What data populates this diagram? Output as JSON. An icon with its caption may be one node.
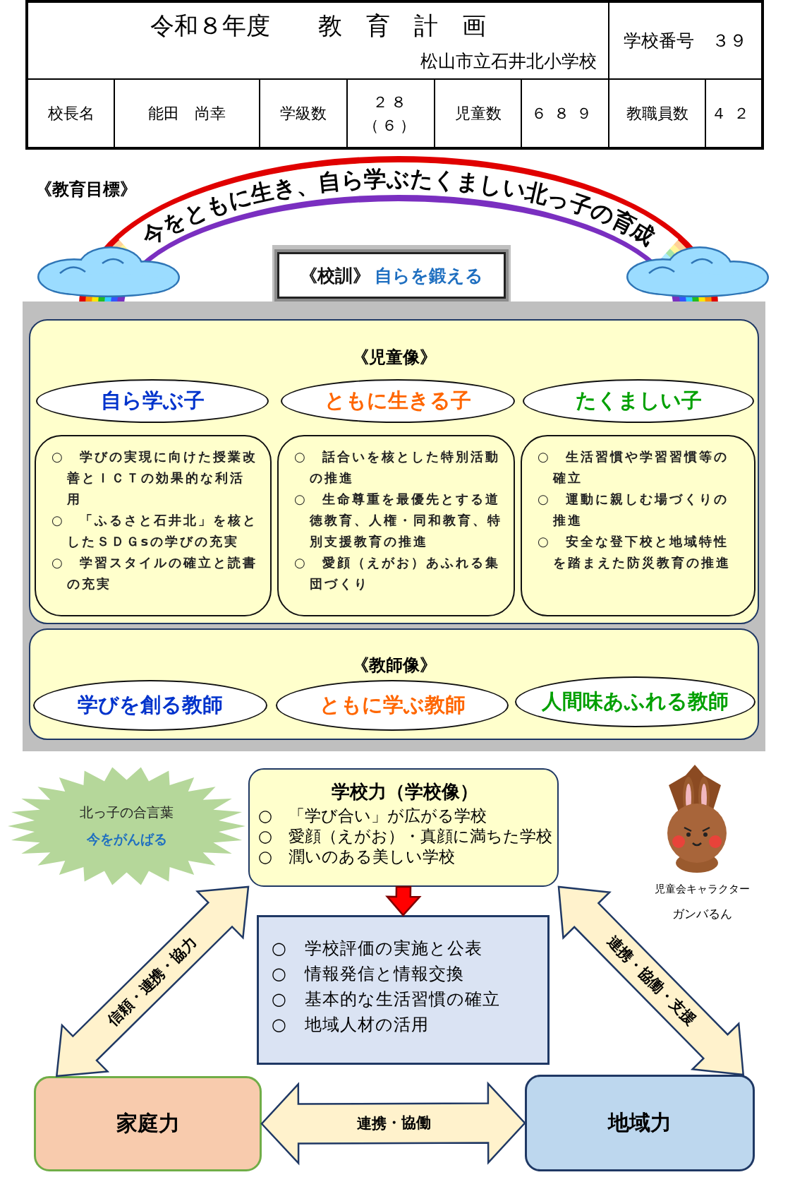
{
  "diagram": {
    "nodes": [
      {
        "text": [
          "《校訓》",
          "自らを鍛える"
        ]
      },
      {
        "text": [
          "《児童像》"
        ]
      },
      {
        "text": [
          "自ら学ぶ子"
        ],
        "in": 1
      },
      {
        "text": [
          "ともに生きる子"
        ],
        "in": 1
      },
      {
        "text": [
          "たくましい子"
        ],
        "in": 1
      },
      {
        "text": [
          "○　学びの実現に向けた授業改善とＩＣＴの効果的な利活用",
          "○　「ふるさと石井北」を核としたＳＤＧsの学びの充実",
          "○　学習スタイルの確立と読書の充実"
        ],
        "in": 1
      },
      {
        "text": [
          "○　話合いを核とした特別活動の推進",
          "○　生命尊重を最優先とする道徳教育、人権・同和教育、特別支援教育の推進",
          "○　愛顔（えがお）あふれる集団づくり"
        ],
        "in": 1
      },
      {
        "text": [
          "○　生活習慣や学習習慣等の確立",
          "○　運動に親しむ場づくりの推進",
          "○　安全な登下校と地域特性を踏まえた防災教育の推進"
        ],
        "in": 1
      },
      {
        "text": [
          "《教師像》"
        ]
      },
      {
        "text": [
          "学びを創る教師"
        ],
        "in": 8
      },
      {
        "text": [
          "ともに学ぶ教師"
        ],
        "in": 8
      },
      {
        "text": [
          "人間味あふれる教師"
        ],
        "in": 8
      },
      {
        "text": [
          "北っ子の合言葉",
          "今をがんばる"
        ]
      },
      {
        "text": [
          "学校力（学校像）",
          "○　「学び合い」が広がる学校",
          "○　愛顔（えがお）・真顔に満ちた学校",
          "○　潤いのある美しい学校"
        ]
      },
      {
        "text": [
          "○　学校評価の実施と公表",
          "○　情報発信と情報交換",
          "○　基本的な生活習慣の確立",
          "○　地域人材の活用"
        ]
      },
      {
        "text": [
          "家庭力"
        ]
      },
      {
        "text": [
          "地域力"
        ]
      }
    ],
    "edges": [
      {
        "from": 13,
        "to": 14,
        "arrow": "to",
        "color": "#ff0000"
      },
      {
        "from": 15,
        "to": 13,
        "arrow": "both",
        "label": "信頼・連携・協力"
      },
      {
        "from": 13,
        "to": 16,
        "arrow": "both",
        "label": "連携・協働・支援"
      },
      {
        "from": 15,
        "to": 16,
        "arrow": "both",
        "label": "連携・協働"
      }
    ],
    "labels": [
      "令和８年度　　教　育　計　画",
      "松山市立石井北小学校",
      "学校番号　３９",
      "校長名",
      "能田　尚幸",
      "学級数",
      "２８（６）",
      "児童数",
      "６８９",
      "教職員数",
      "４２",
      "《教育目標》",
      "今をともに生き、自ら学ぶたくましい北っ子の育成",
      "児童会キャラクター",
      "ガンバるん"
    ]
  }
}
